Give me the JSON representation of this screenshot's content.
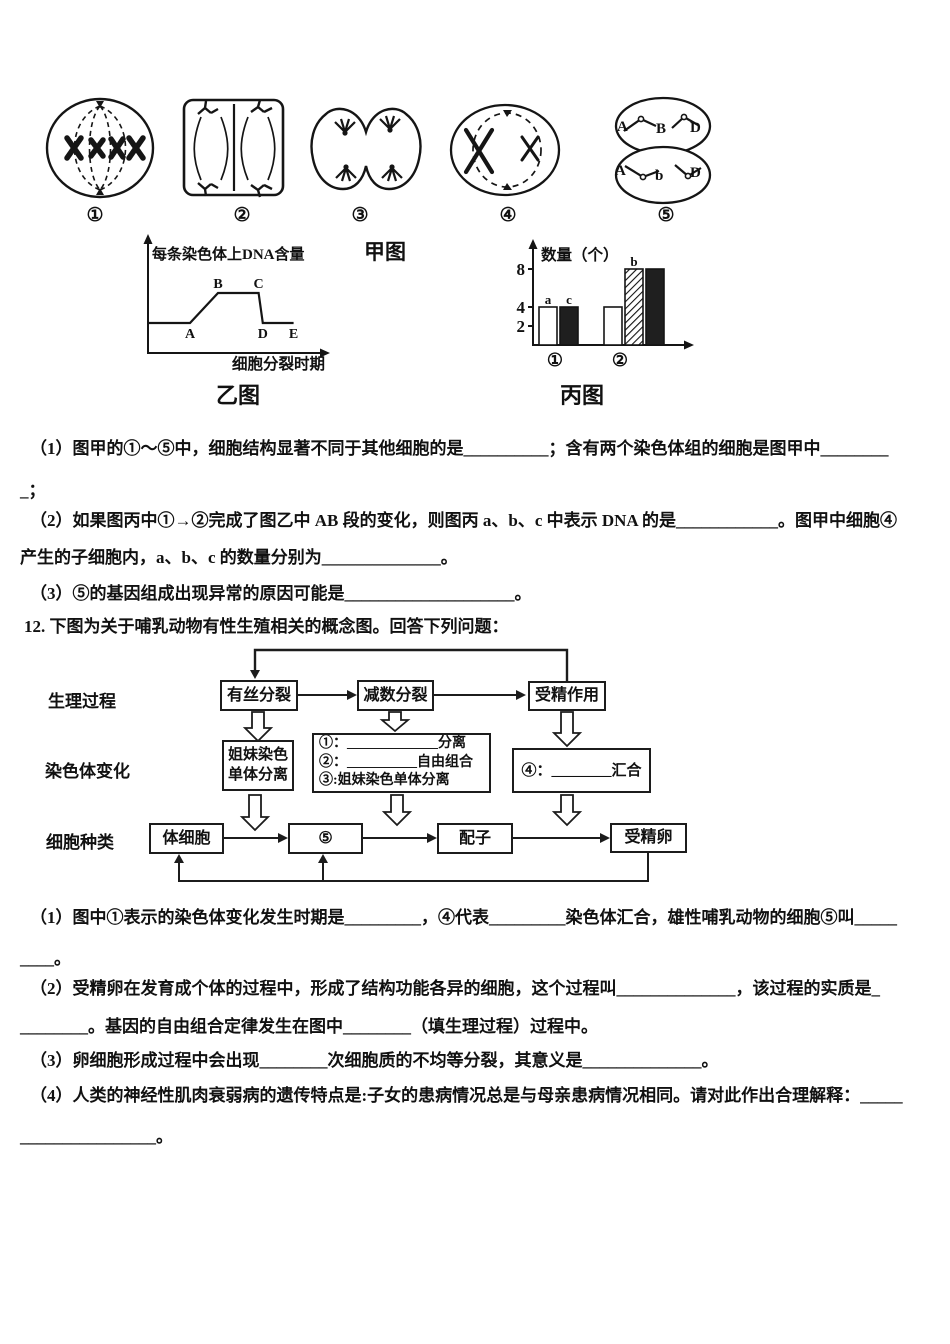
{
  "figure_jia": {
    "label": "甲图",
    "cell_labels": [
      "①",
      "②",
      "③",
      "④",
      "⑤"
    ],
    "cell5": {
      "top": [
        "A",
        "B",
        "D"
      ],
      "bottom": [
        "A",
        "b",
        "D"
      ]
    }
  },
  "chart_data": [
    {
      "type": "line",
      "title": "乙图",
      "ylabel": "每条染色体上DNA含量",
      "xlabel": "细胞分裂时期",
      "ylim": [
        0,
        3
      ],
      "points": [
        {
          "label": "",
          "x": 0,
          "y": 1,
          "label_pos": "below"
        },
        {
          "label": "A",
          "x": 1.5,
          "y": 1,
          "label_pos": "below"
        },
        {
          "label": "B",
          "x": 2.5,
          "y": 2,
          "label_pos": "above"
        },
        {
          "label": "C",
          "x": 3.95,
          "y": 2,
          "label_pos": "above"
        },
        {
          "label": "D",
          "x": 4.1,
          "y": 1,
          "label_pos": "below"
        },
        {
          "label": "E",
          "x": 5.2,
          "y": 1,
          "label_pos": "below"
        }
      ]
    },
    {
      "type": "bar",
      "title": "丙图",
      "ylabel": "数量（个）",
      "yticks": [
        2,
        4,
        8
      ],
      "categories": [
        "①",
        "②"
      ],
      "groups": [
        {
          "label": "①",
          "bars": [
            {
              "name": "a",
              "value": 4,
              "fill": "white"
            },
            {
              "name": "c",
              "value": 4,
              "fill": "black"
            }
          ]
        },
        {
          "label": "②",
          "bars": [
            {
              "name": "",
              "value": 4,
              "fill": "white"
            },
            {
              "name": "b",
              "value": 8,
              "fill": "hatch"
            },
            {
              "name": "",
              "value": 8,
              "fill": "black"
            }
          ]
        }
      ]
    }
  ],
  "q11": {
    "lines": [
      "（1）图甲的①～⑤中，细胞结构显著不同于其他细胞的是__________；含有两个染色体组的细胞是图甲中________",
      "_；",
      "（2）如果图丙中①→②完成了图乙中 AB 段的变化，则图丙 a、b、c 中表示 DNA 的是____________。图甲中细胞④",
      "产生的子细胞内，a、b、c 的数量分别为______________。",
      "（3）⑤的基因组成出现异常的原因可能是____________________。"
    ]
  },
  "q12": {
    "stem": "12. 下图为关于哺乳动物有性生殖相关的概念图。回答下列问题：",
    "concept_map": {
      "row_labels": [
        "生理过程",
        "染色体变化",
        "细胞种类"
      ],
      "mitosis": "有丝分裂",
      "meiosis": "减数分裂",
      "fertilization": "受精作用",
      "sister_lines": [
        "姐妹染色",
        "单体分离"
      ],
      "change_lines": [
        "①：_____________分离",
        "②：__________自由组合",
        "③:姐妹染色单体分离"
      ],
      "merge": "④：________汇合",
      "somatic": "体细胞",
      "cell5": "⑤",
      "gamete": "配子",
      "zygote": "受精卵"
    },
    "lines": [
      "（1）图中①表示的染色体变化发生时期是_________，④代表_________染色体汇合，雄性哺乳动物的细胞⑤叫_____",
      "____。",
      "（2）受精卵在发育成个体的过程中，形成了结构功能各异的细胞，这个过程叫______________，该过程的实质是_",
      "________。基因的自由组合定律发生在图中________（填生理过程）过程中。",
      "（3）卵细胞形成过程中会出现________次细胞质的不均等分裂，其意义是______________。",
      "（4）人类的神经性肌肉衰弱病的遗传特点是:子女的患病情况总是与母亲患病情况相同。请对此作出合理解释：_____",
      "________________。"
    ]
  }
}
